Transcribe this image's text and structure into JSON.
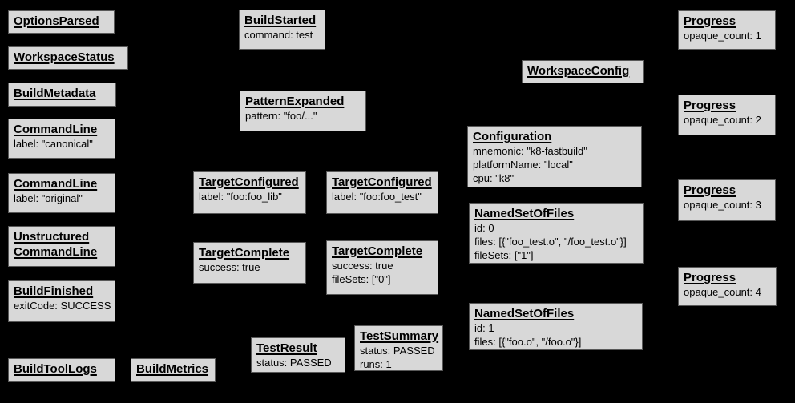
{
  "diagram": {
    "description": "Build event protocol graph",
    "colors": {
      "background": "#000000",
      "node_fill": "#d8d8d8",
      "node_border": "#595959",
      "text": "#000000"
    }
  },
  "nodes": {
    "options_parsed": {
      "title": "OptionsParsed",
      "lines": []
    },
    "workspace_status": {
      "title": "WorkspaceStatus",
      "lines": []
    },
    "build_metadata": {
      "title": "BuildMetadata",
      "lines": []
    },
    "command_line_canonical": {
      "title": "CommandLine",
      "lines": [
        "label: \"canonical\""
      ]
    },
    "command_line_original": {
      "title": "CommandLine",
      "lines": [
        "label: \"original\""
      ]
    },
    "unstructured_command_line": {
      "title": "Unstructured CommandLine",
      "lines": []
    },
    "build_finished": {
      "title": "BuildFinished",
      "lines": [
        "exitCode: SUCCESS"
      ]
    },
    "build_tool_logs": {
      "title": "BuildToolLogs",
      "lines": []
    },
    "build_metrics": {
      "title": "BuildMetrics",
      "lines": []
    },
    "build_started": {
      "title": "BuildStarted",
      "lines": [
        "command: test"
      ]
    },
    "pattern_expanded": {
      "title": "PatternExpanded",
      "lines": [
        "pattern: \"foo/...\""
      ]
    },
    "target_configured_lib": {
      "title": "TargetConfigured",
      "lines": [
        "label: \"foo:foo_lib\""
      ]
    },
    "target_configured_test": {
      "title": "TargetConfigured",
      "lines": [
        "label: \"foo:foo_test\""
      ]
    },
    "target_complete_lib": {
      "title": "TargetComplete",
      "lines": [
        "success: true"
      ]
    },
    "target_complete_test": {
      "title": "TargetComplete",
      "lines": [
        "success: true",
        "fileSets: [\"0\"]"
      ]
    },
    "test_result": {
      "title": "TestResult",
      "lines": [
        "status: PASSED"
      ]
    },
    "test_summary": {
      "title": "TestSummary",
      "lines": [
        "status: PASSED",
        "runs: 1"
      ]
    },
    "workspace_config": {
      "title": "WorkspaceConfig",
      "lines": []
    },
    "configuration": {
      "title": "Configuration",
      "lines": [
        "mnemonic: \"k8-fastbuild\"",
        "platformName: \"local\"",
        "cpu: \"k8\""
      ]
    },
    "named_set_of_files_0": {
      "title": "NamedSetOfFiles",
      "lines": [
        "id: 0",
        "files: [{\"foo_test.o\", \"/foo_test.o\"}]",
        "fileSets: [\"1\"]"
      ]
    },
    "named_set_of_files_1": {
      "title": "NamedSetOfFiles",
      "lines": [
        "id: 1",
        "files: [{\"foo.o\", \"/foo.o\"}]"
      ]
    },
    "progress_1": {
      "title": "Progress",
      "lines": [
        "opaque_count: 1"
      ]
    },
    "progress_2": {
      "title": "Progress",
      "lines": [
        "opaque_count: 2"
      ]
    },
    "progress_3": {
      "title": "Progress",
      "lines": [
        "opaque_count: 3"
      ]
    },
    "progress_4": {
      "title": "Progress",
      "lines": [
        "opaque_count: 4"
      ]
    }
  }
}
